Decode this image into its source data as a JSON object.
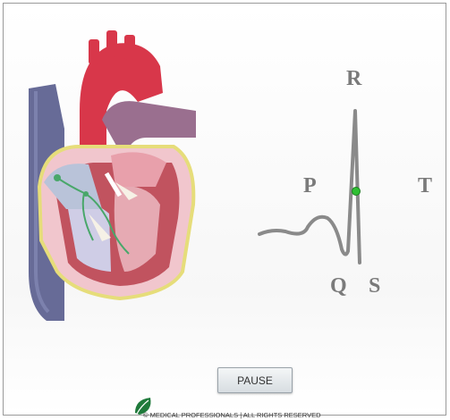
{
  "ecg": {
    "labels": {
      "r": "R",
      "p": "P",
      "t": "T",
      "q": "Q",
      "s": "S"
    }
  },
  "controls": {
    "pause_label": "PAUSE"
  },
  "footer": {
    "copyright": "© MEDICAL PROFESSIONALS | ALL RIGHTS RESERVED"
  },
  "colors": {
    "aorta": "#d8374a",
    "vena_cava": "#676b97",
    "heart_wall": "#c1535f",
    "conduction_lines": "#49a76a",
    "ecg_trace": "#8a8a8a",
    "ecg_marker": "#2fbf33",
    "pericardium": "#e6dd7a"
  }
}
